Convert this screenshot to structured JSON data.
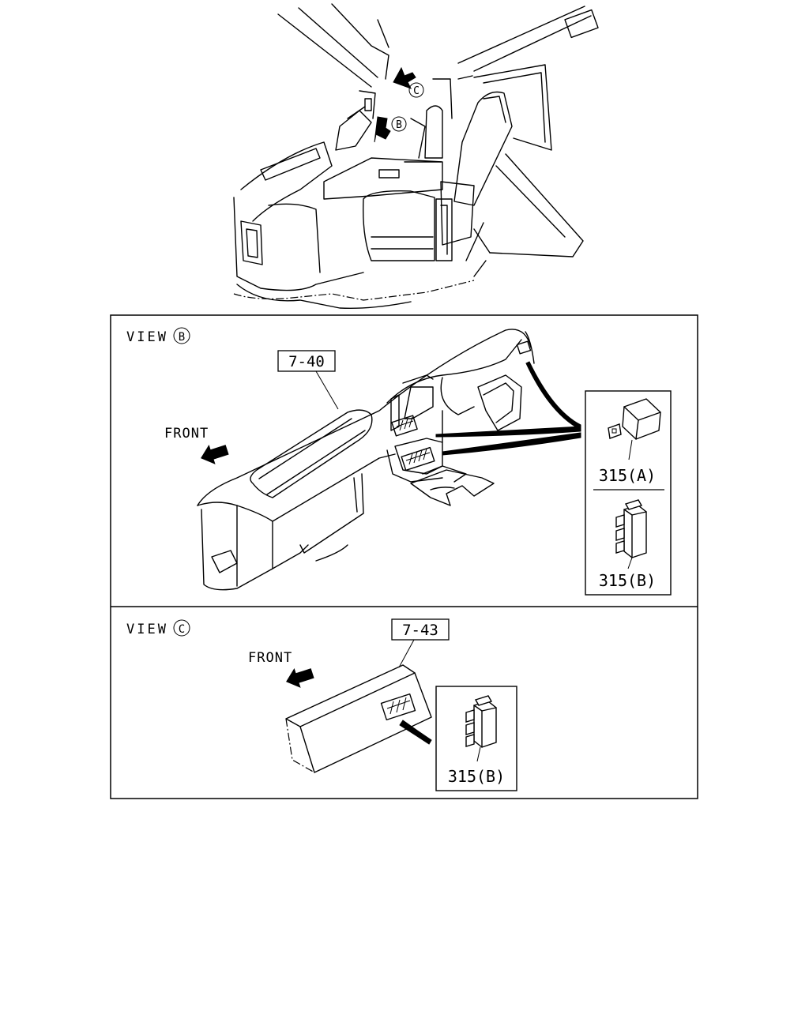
{
  "overview": {
    "callout_b": "B",
    "callout_c": "C"
  },
  "view_b": {
    "title": "VIEW",
    "title_mark": "B",
    "part_ref": "7-40",
    "direction": "FRONT",
    "connectors": [
      {
        "label": "315(A)"
      },
      {
        "label": "315(B)"
      }
    ]
  },
  "view_c": {
    "title": "VIEW",
    "title_mark": "C",
    "part_ref": "7-43",
    "direction": "FRONT",
    "connectors": [
      {
        "label": "315(B)"
      }
    ]
  },
  "colors": {
    "line": "#000000",
    "background": "#ffffff"
  }
}
